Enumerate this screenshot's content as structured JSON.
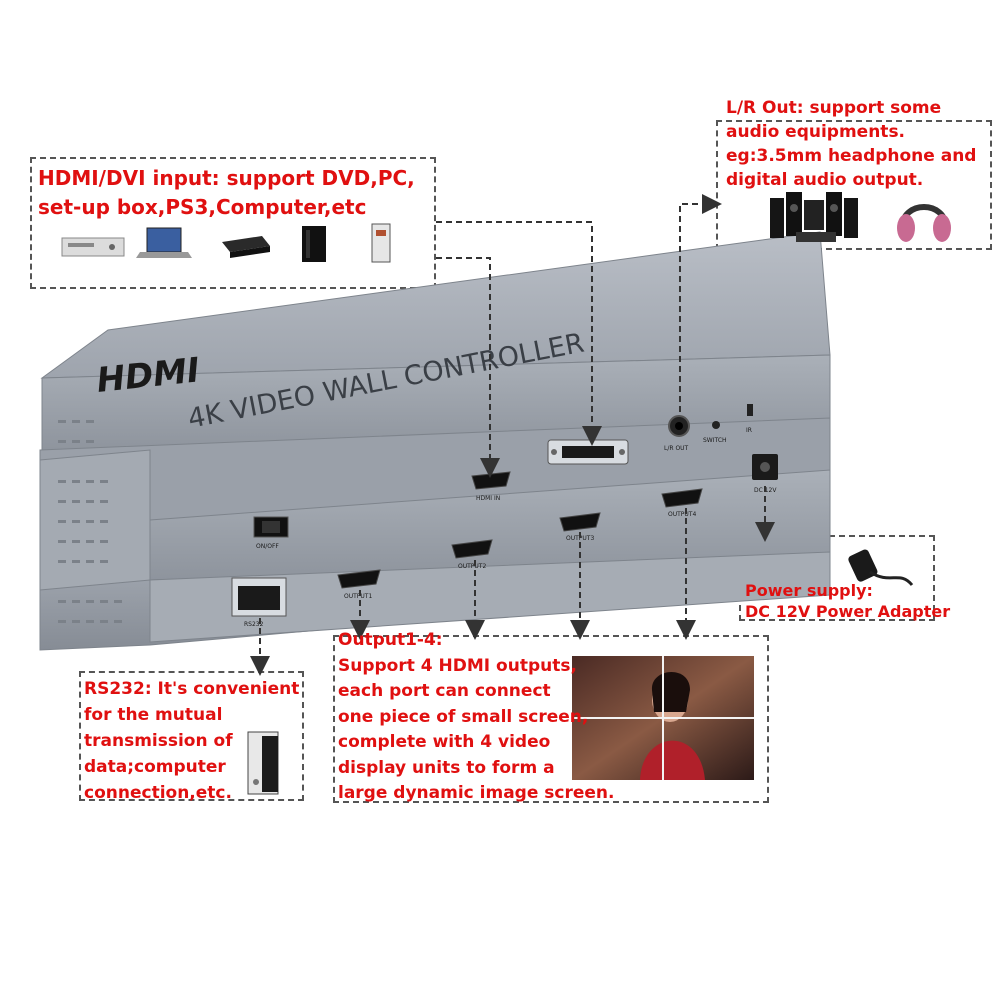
{
  "device": {
    "brand": "HDMI",
    "model_title": "4K VIDEO WALL CONTROLLER",
    "ports": {
      "hdmi_in": "HDMI IN",
      "lr_out": "L/R OUT",
      "switch": "SWITCH",
      "ir": "IR",
      "dc": "DC 12V",
      "on_off": "ON/OFF",
      "rs232": "RS232",
      "output1": "OUTPUT1",
      "output2": "OUTPUT2",
      "output3": "OUTPUT3",
      "output4": "OUTPUT4"
    }
  },
  "callouts": {
    "hdmi_input": "HDMI/DVI input: support DVD,PC,\nset-up box,PS3,Computer,etc",
    "lr_out": "L/R Out: support some\naudio equipments.\neg:3.5mm headphone and\ndigital audio output.",
    "power": "Power supply:\nDC 12V Power Adapter",
    "rs232": "RS232: It's convenient\nfor the mutual\ntransmission of\ndata;computer\nconnection,etc.",
    "output": "Output1-4:\nSupport 4 HDMI outputs,\neach port can connect\none piece of small screen,\ncomplete with 4 video\ndisplay units to form a\nlarge dynamic image screen."
  }
}
